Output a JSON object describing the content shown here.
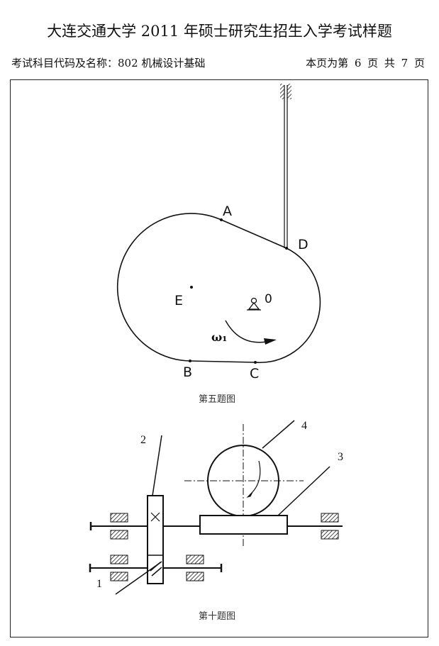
{
  "header": {
    "title": "大连交通大学 2011 年硕士研究生招生入学考试样题",
    "subject": "考试科目代码及名称：802 机械设计基础",
    "page_info": "本页为第 6 页 共 7 页"
  },
  "figure5": {
    "caption": "第五题图",
    "labels": {
      "A": "A",
      "B": "B",
      "C": "C",
      "D": "D",
      "E": "E",
      "O": "0",
      "omega": "ω₁"
    }
  },
  "figure10": {
    "caption": "第十题图",
    "labels": {
      "one": "1",
      "two": "2",
      "three": "3",
      "four": "4"
    }
  }
}
